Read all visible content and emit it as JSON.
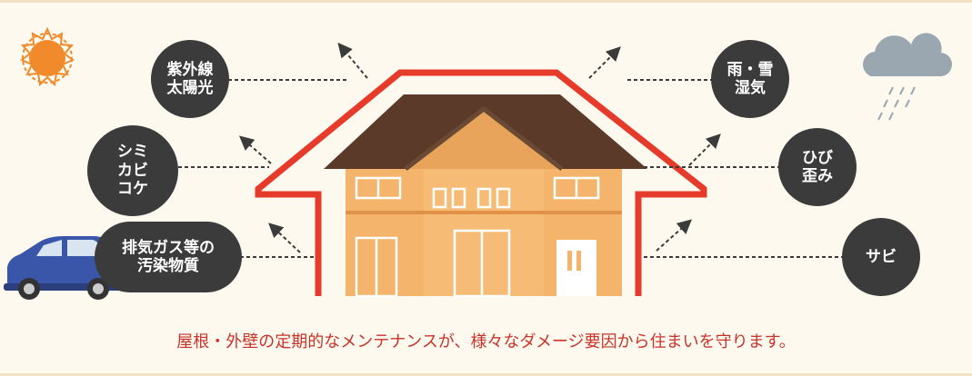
{
  "left_factors": [
    {
      "label": "紫外線\n太陽光"
    },
    {
      "label": "シミ\nカビ\nコケ"
    },
    {
      "label": "排気ガス等の\n汚染物質"
    }
  ],
  "right_factors": [
    {
      "label": "雨・雪\n湿気"
    },
    {
      "label": "ひび\n歪み"
    },
    {
      "label": "サビ"
    }
  ],
  "caption": "屋根・外壁の定期的なメンテナンスが、様々なダメージ要因から住まいを守ります。",
  "icons": {
    "sun": "sun-icon",
    "cloud": "rain-cloud-icon",
    "car": "car-icon",
    "house": "house-icon"
  },
  "colors": {
    "shield": "#e63a2b",
    "bubble": "#3b3b3b",
    "roof": "#5b3a2a",
    "wall": "#f4b46b",
    "wall_dark": "#e8a45a",
    "caption": "#c8332a",
    "background": "#fdf9ee"
  }
}
